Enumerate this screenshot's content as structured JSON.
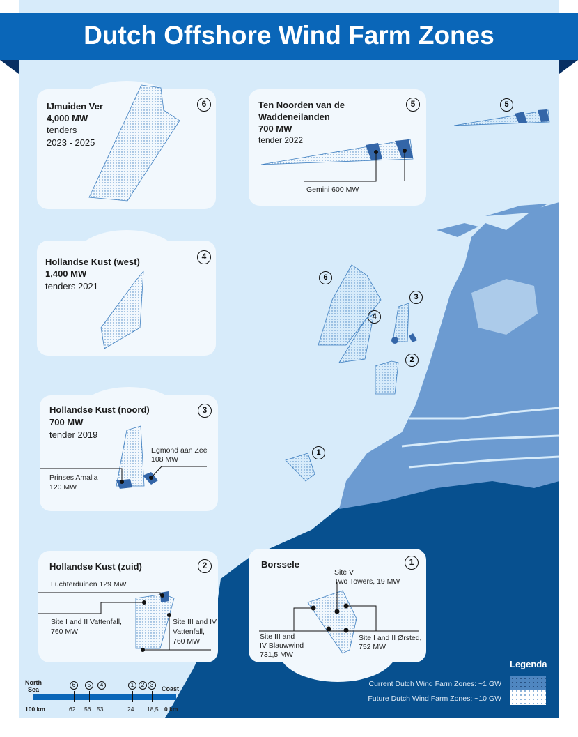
{
  "title": "Dutch Offshore Wind Farm Zones",
  "colors": {
    "banner": "#0a66b8",
    "sea_light": "#d7ebfa",
    "sea_dark": "#07508f",
    "land": "#6c9bd1",
    "card": "#f2f8fd"
  },
  "cards": {
    "ijmuiden": {
      "num": "6",
      "name": "IJmuiden Ver",
      "mw": "4,000 MW",
      "sub1": "tenders",
      "sub2": "2023 - 2025"
    },
    "wadden": {
      "num": "5",
      "name1": "Ten Noorden van de",
      "name2": "Waddeneilanden",
      "mw": "700 MW",
      "sub": "tender 2022",
      "label": "Gemini 600 MW"
    },
    "hkwest": {
      "num": "4",
      "name": "Hollandse Kust (west)",
      "mw": "1,400 MW",
      "sub": "tenders 2021"
    },
    "hknoord": {
      "num": "3",
      "name": "Hollandse Kust (noord)",
      "mw": "700 MW",
      "sub": "tender 2019",
      "label_a1": "Egmond aan Zee",
      "label_a2": "108 MW",
      "label_b1": "Prinses Amalia",
      "label_b2": "120 MW"
    },
    "hkzuid": {
      "num": "2",
      "name": "Hollandse Kust (zuid)",
      "label_a": "Luchterduinen 129 MW",
      "label_b1": "Site I and II Vattenfall,",
      "label_b2": "760 MW",
      "label_c1": "Site III and IV",
      "label_c2": "Vattenfall,",
      "label_c3": "760 MW"
    },
    "borssele": {
      "num": "1",
      "name": "Borssele",
      "label_a1": "Site V",
      "label_a2": "Two Towers, 19  MW",
      "label_b1": "Site III and",
      "label_b2": "IV Blauwwind",
      "label_b3": "731,5 MW",
      "label_c1": "Site I and II Ørsted,",
      "label_c2": "752 MW"
    }
  },
  "map_numbers": [
    "6",
    "5",
    "4",
    "3",
    "2",
    "1"
  ],
  "legend": {
    "title": "Legenda",
    "current": "Current Dutch Wind Farm Zones: ~1 GW",
    "future": "Future Dutch Wind Farm Zones: ~10 GW"
  },
  "scale": {
    "left1": "North",
    "left2": "Sea",
    "right": "Coast",
    "start": "100 km",
    "end": "0 km",
    "marks": [
      {
        "num": "6",
        "km": "62"
      },
      {
        "num": "5",
        "km": "56"
      },
      {
        "num": "4",
        "km": "53"
      },
      {
        "num": "1",
        "km": "24"
      },
      {
        "num": "2",
        "km": ""
      },
      {
        "num": "3",
        "km": "18,5"
      }
    ]
  }
}
